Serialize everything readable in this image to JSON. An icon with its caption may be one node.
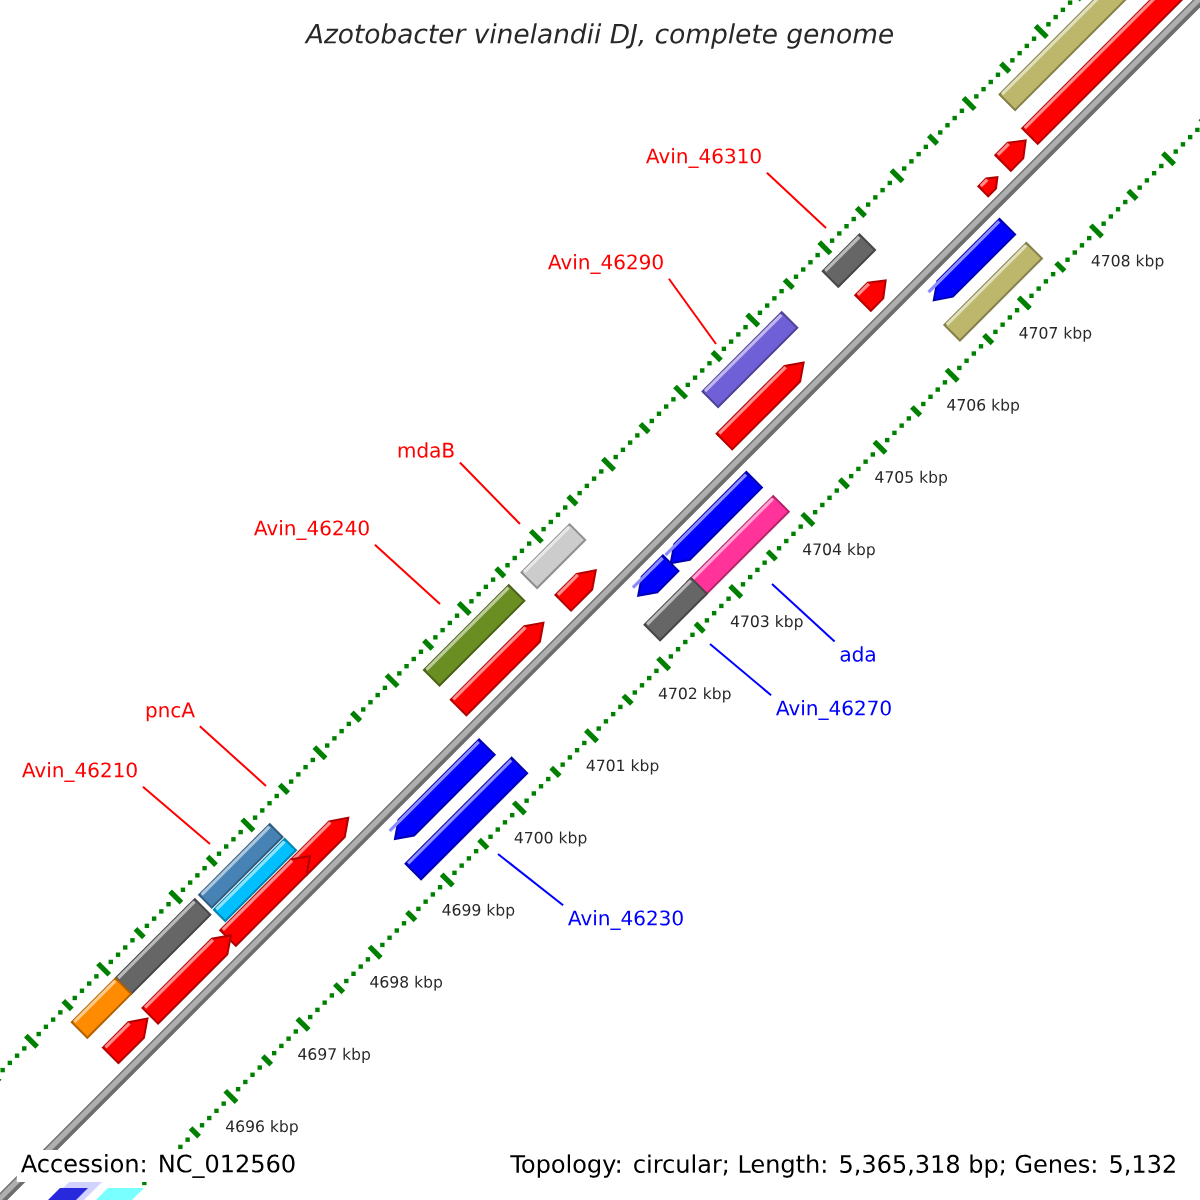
{
  "diagram": {
    "title": "Azotobacter vinelandii DJ, complete genome",
    "nodes": [
      {
        "text": [
          "Avin_46310"
        ]
      },
      {
        "text": [
          "Avin_46290"
        ]
      },
      {
        "text": [
          "mdaB"
        ]
      },
      {
        "text": [
          "Avin_46240"
        ]
      },
      {
        "text": [
          "ada"
        ]
      },
      {
        "text": [
          "Avin_46270"
        ]
      },
      {
        "text": [
          "pncA"
        ]
      },
      {
        "text": [
          "Avin_46210"
        ]
      },
      {
        "text": [
          "Avin_46230"
        ]
      }
    ],
    "edges": [
      {
        "from": 0,
        "to": null,
        "arrow": "none"
      },
      {
        "from": 1,
        "to": null,
        "arrow": "none"
      },
      {
        "from": 2,
        "to": null,
        "arrow": "none"
      },
      {
        "from": 3,
        "to": null,
        "arrow": "none"
      },
      {
        "from": 4,
        "to": null,
        "arrow": "none",
        "color": "#0000ff"
      },
      {
        "from": 5,
        "to": null,
        "arrow": "none",
        "color": "#0000ff"
      },
      {
        "from": 6,
        "to": null,
        "arrow": "none"
      },
      {
        "from": 7,
        "to": null,
        "arrow": "none"
      },
      {
        "from": 8,
        "to": null,
        "arrow": "none",
        "color": "#0000ff"
      }
    ],
    "labels": [
      "4708 kbp",
      "4707 kbp",
      "4706 kbp",
      "4705 kbp",
      "4704 kbp",
      "4703 kbp",
      "4702 kbp",
      "4701 kbp",
      "4700 kbp",
      "4699 kbp",
      "4698 kbp",
      "4697 kbp",
      "4696 kbp",
      "Accession: NC_012560",
      "Topology: circular; Length: 5,365,318 bp; Genes: 5,132"
    ]
  }
}
